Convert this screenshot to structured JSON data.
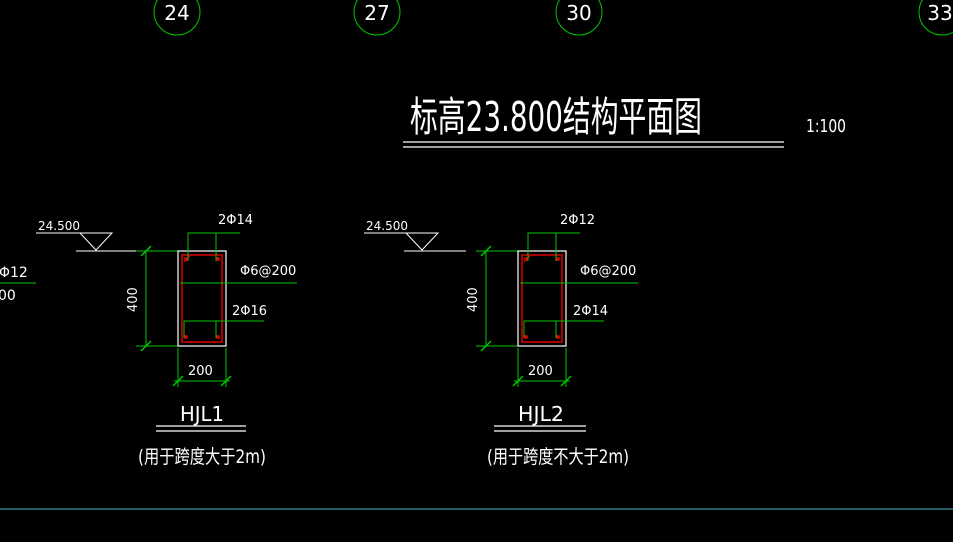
{
  "axes": [
    "24",
    "27",
    "30",
    "33"
  ],
  "plan": {
    "title": "标高23.800结构平面图",
    "scale": "1:100"
  },
  "partial_beam": {
    "top_bar": "Φ12",
    "stirrup": "00"
  },
  "beams": [
    {
      "elevation": "24.500",
      "top_bar": "2Φ14",
      "stirrup": "Φ6@200",
      "bottom_bar": "2Φ16",
      "height": "400",
      "width": "200",
      "name": "HJL1",
      "note": "(用于跨度大于2m)"
    },
    {
      "elevation": "24.500",
      "top_bar": "2Φ12",
      "stirrup": "Φ6@200",
      "bottom_bar": "2Φ14",
      "height": "400",
      "width": "200",
      "name": "HJL2",
      "note": "(用于跨度不大于2m)"
    }
  ],
  "colors": {
    "background": "#000000",
    "text": "#ffffff",
    "dimension": "#00c800",
    "rebar": "#e00000",
    "axis_circle": "#00c800",
    "frame_line": "#3fb8c0"
  }
}
